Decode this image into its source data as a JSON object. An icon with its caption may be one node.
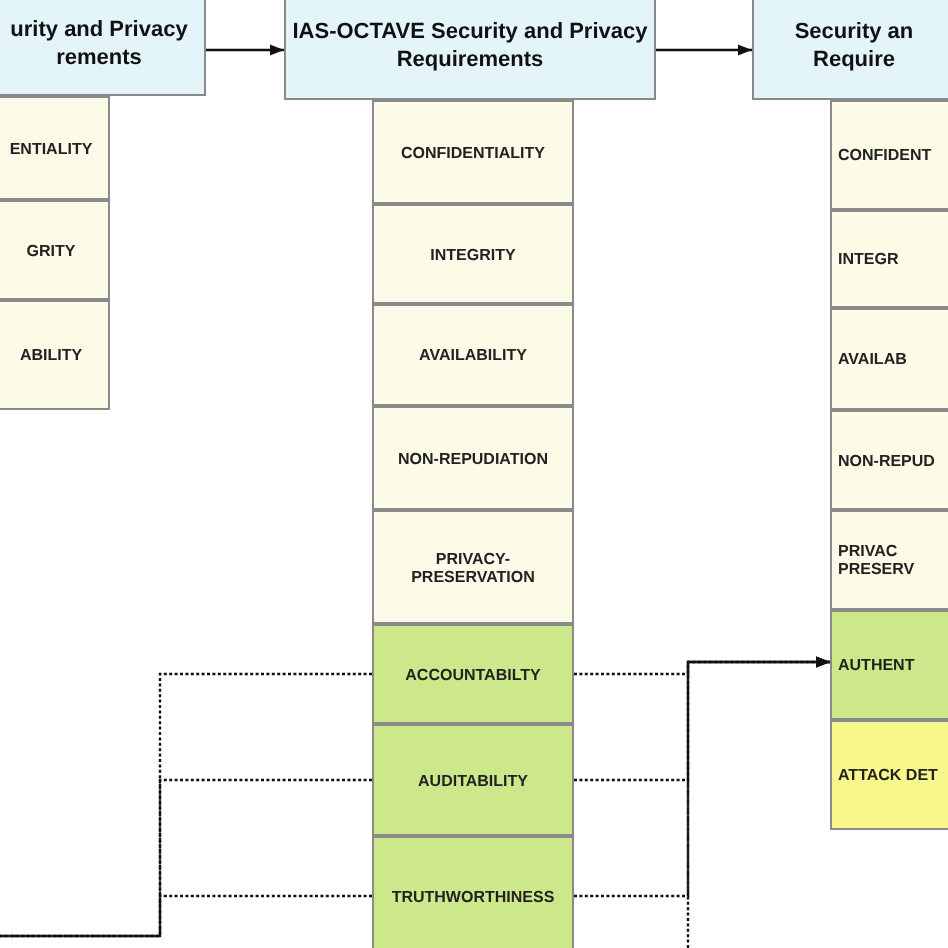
{
  "diagram": {
    "nodes": [
      {
        "text": [
          "urity and Privacy rements"
        ]
      },
      {
        "text": [
          "ENTIALITY"
        ]
      },
      {
        "text": [
          "GRITY"
        ]
      },
      {
        "text": [
          "ABILITY"
        ]
      },
      {
        "text": [
          "IAS-OCTAVE Security and Privacy Requirements"
        ]
      },
      {
        "text": [
          "CONFIDENTIALITY"
        ]
      },
      {
        "text": [
          "INTEGRITY"
        ]
      },
      {
        "text": [
          "AVAILABILITY"
        ]
      },
      {
        "text": [
          "NON-REPUDIATION"
        ]
      },
      {
        "text": [
          "PRIVACY-PRESERVATION"
        ]
      },
      {
        "text": [
          "ACCOUNTABILTY"
        ]
      },
      {
        "text": [
          "AUDITABILITY"
        ]
      },
      {
        "text": [
          "TRUTHWORTHINESS"
        ]
      },
      {
        "text": [
          "Security an Require"
        ]
      },
      {
        "text": [
          "CONFIDENT"
        ]
      },
      {
        "text": [
          "INTEGR"
        ]
      },
      {
        "text": [
          "AVAILAB"
        ]
      },
      {
        "text": [
          "NON-REPUD"
        ]
      },
      {
        "text": [
          "PRIVAC PRESERV"
        ]
      },
      {
        "text": [
          "AUTHENT"
        ]
      },
      {
        "text": [
          "ATTACK DET"
        ]
      }
    ],
    "edges": [
      {
        "from": 0,
        "to": 4,
        "arrow": "to"
      },
      {
        "from": 4,
        "to": 13,
        "arrow": "to"
      },
      {
        "from": 10,
        "to": null,
        "arrow": "none",
        "style": "dashed"
      },
      {
        "from": 11,
        "to": null,
        "arrow": "none",
        "style": "dashed"
      },
      {
        "from": 12,
        "to": null,
        "arrow": "none",
        "style": "dashed"
      },
      {
        "from": 10,
        "to": 19,
        "arrow": "to",
        "style": "dashed"
      },
      {
        "from": 11,
        "to": 19,
        "arrow": "to",
        "style": "dashed"
      },
      {
        "from": 12,
        "to": 19,
        "arrow": "to",
        "style": "dashed"
      },
      {
        "from": null,
        "to": 19,
        "arrow": "to",
        "style": "dashed"
      }
    ]
  }
}
